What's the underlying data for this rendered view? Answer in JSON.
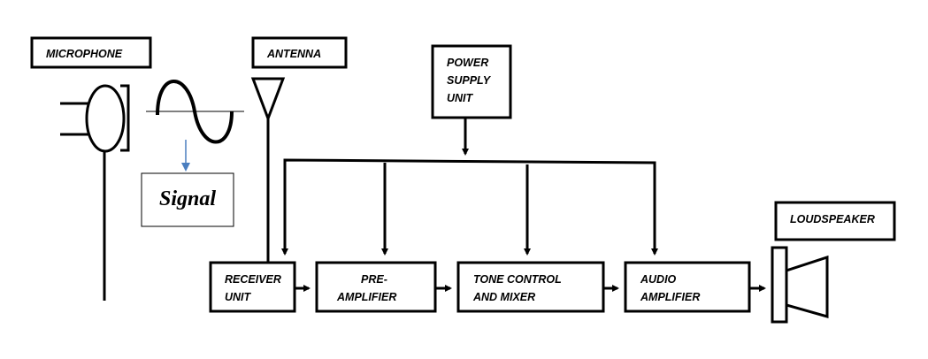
{
  "labels": {
    "microphone": "MICROPHONE",
    "antenna": "ANTENNA",
    "power_supply": [
      "POWER",
      "SUPPLY",
      "UNIT"
    ],
    "signal": "Signal",
    "loudspeaker": "LOUDSPEAKER"
  },
  "stages": {
    "receiver": [
      "RECEIVER",
      "UNIT"
    ],
    "preamp": [
      "PRE-",
      "AMPLIFIER"
    ],
    "tone": [
      "TONE CONTROL",
      "AND MIXER"
    ],
    "audio": [
      "AUDIO",
      "AMPLIFIER"
    ]
  },
  "colors": {
    "line": "#000000",
    "signal_arrow": "#4a7ebf",
    "background": "#ffffff"
  }
}
